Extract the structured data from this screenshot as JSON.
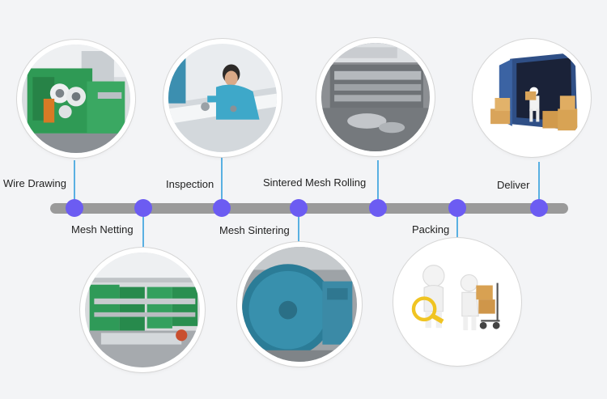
{
  "steps": [
    {
      "id": "wire-drawing",
      "label": "Wire Drawing",
      "position": "above",
      "illustration": "wire-drawing-machine"
    },
    {
      "id": "mesh-netting",
      "label": "Mesh Netting",
      "position": "below",
      "illustration": "weaving-looms"
    },
    {
      "id": "inspection",
      "label": "Inspection",
      "position": "above",
      "illustration": "worker-inspecting-mesh"
    },
    {
      "id": "mesh-sintering",
      "label": "Mesh Sintering",
      "position": "below",
      "illustration": "vacuum-sintering-furnace"
    },
    {
      "id": "sintered-mesh-rolling",
      "label": "Sintered Mesh Rolling",
      "position": "above",
      "illustration": "rolling-machine"
    },
    {
      "id": "packing",
      "label": "Packing",
      "position": "below",
      "illustration": "figures-with-magnifier-and-boxes"
    },
    {
      "id": "deliver",
      "label": "Deliver",
      "position": "above",
      "illustration": "container-with-boxes"
    }
  ],
  "colors": {
    "node": "#6c5cf2",
    "connector": "#59b0e2",
    "timeline": "#9a9a9a",
    "background": "#f3f4f6"
  }
}
